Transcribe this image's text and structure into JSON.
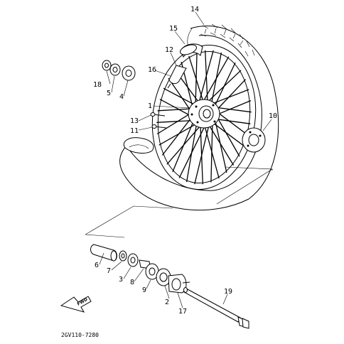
{
  "diagram": {
    "doc_code": "2GV110-7280",
    "fwd_label": "FWD",
    "callouts": [
      "14",
      "15",
      "12",
      "16",
      "1",
      "18",
      "5",
      "4",
      "13",
      "11",
      "10",
      "6",
      "7",
      "3",
      "8",
      "9",
      "2",
      "17",
      "19"
    ]
  }
}
